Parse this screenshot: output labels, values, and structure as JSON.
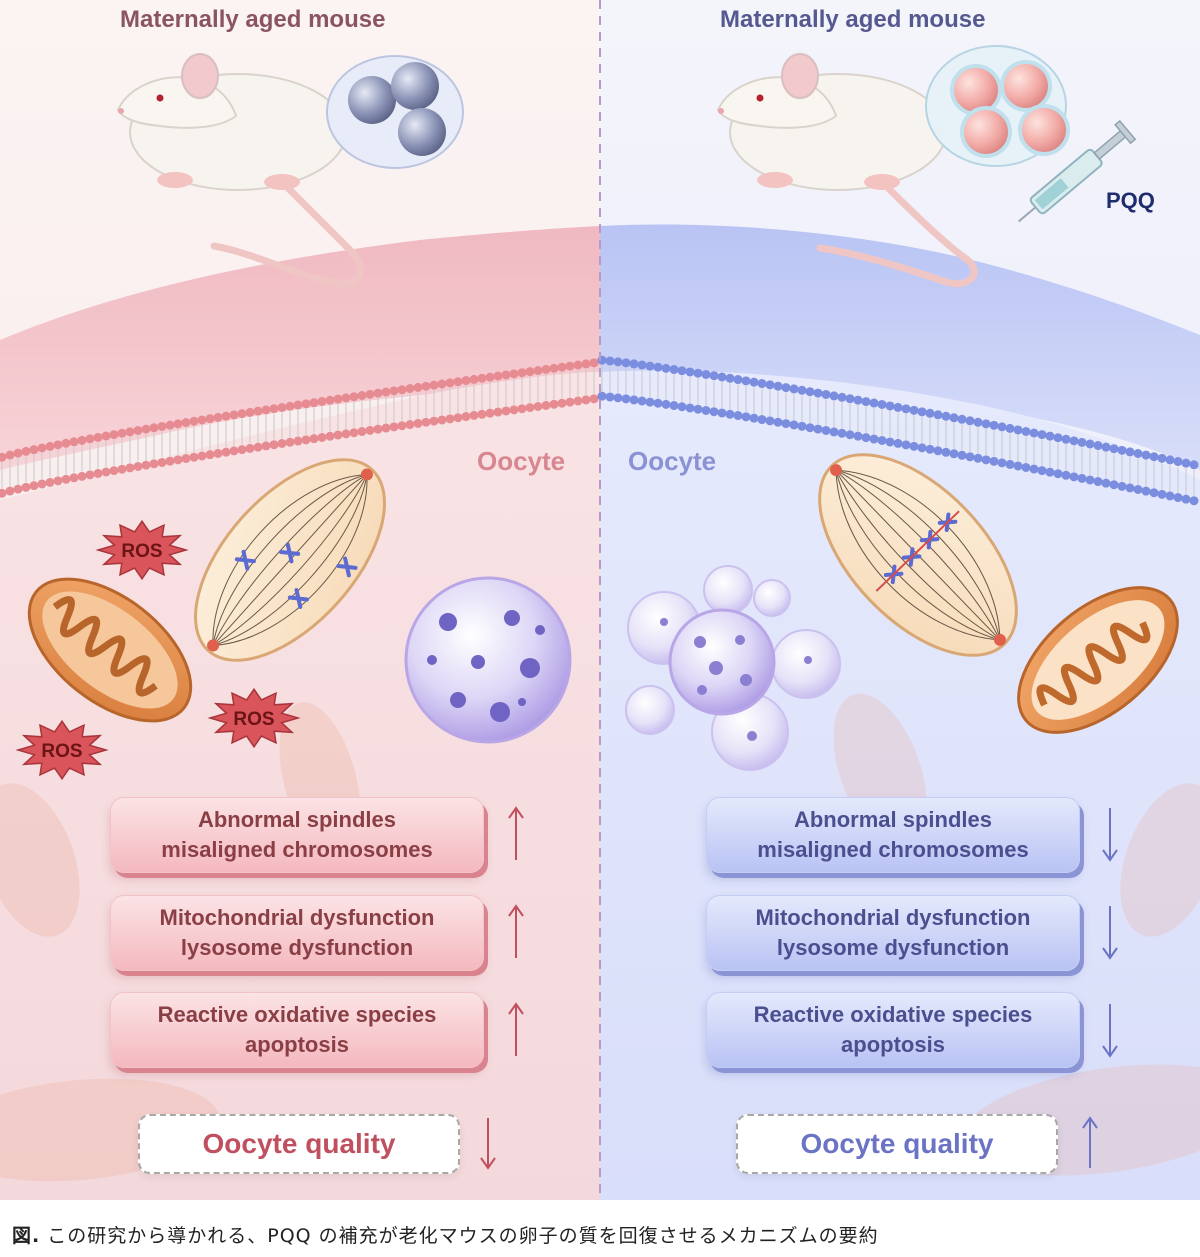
{
  "left_panel": {
    "title": "Maternally aged mouse",
    "cell_label": "Oocyte",
    "ros_labels": [
      "ROS",
      "ROS",
      "ROS"
    ],
    "boxes": [
      {
        "line1": "Abnormal spindles",
        "line2": "misaligned chromosomes",
        "trend": "up"
      },
      {
        "line1": "Mitochondrial dysfunction",
        "line2": "lysosome dysfunction",
        "trend": "up"
      },
      {
        "line1": "Reactive oxidative species",
        "line2": "apoptosis",
        "trend": "up"
      }
    ],
    "quality": {
      "label": "Oocyte quality",
      "trend": "down"
    }
  },
  "right_panel": {
    "title": "Maternally aged mouse",
    "cell_label": "Oocyte",
    "injection_label": "PQQ",
    "boxes": [
      {
        "line1": "Abnormal spindles",
        "line2": "misaligned chromosomes",
        "trend": "down"
      },
      {
        "line1": "Mitochondrial dysfunction",
        "line2": "lysosome dysfunction",
        "trend": "down"
      },
      {
        "line1": "Reactive oxidative species",
        "line2": "apoptosis",
        "trend": "down"
      }
    ],
    "quality": {
      "label": "Oocyte quality",
      "trend": "up"
    }
  },
  "caption": {
    "prefix": "図.",
    "text": "この研究から導かれる、PQQ の補充が老化マウスの卵子の質を回復させるメカニズムの要約"
  },
  "colors": {
    "left_accent": "#c0505f",
    "right_accent": "#6b74c4",
    "ros_fill": "#d9545b",
    "mito_fill": "#e3955a"
  }
}
